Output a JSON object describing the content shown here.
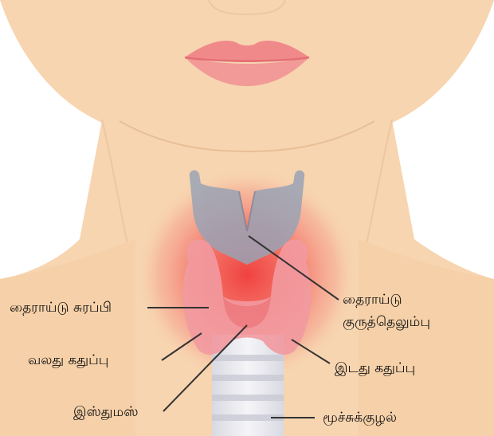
{
  "diagram": {
    "labels": {
      "thyroid_gland": "தைராய்டு சுரப்பி",
      "right_lobe": "வலது கதுப்பு",
      "isthmus": "இஸ்துமஸ்",
      "thyroid_cartilage_line1": "தைராய்டு",
      "thyroid_cartilage_line2": "குருத்தெலும்பு",
      "left_lobe": "இடது கதுப்பு",
      "trachea": "மூச்சுக்குழல்"
    },
    "colors": {
      "skin": "#f7d5b0",
      "skin_shadow": "#e8bf97",
      "lips": "#f08a8a",
      "lips_dark": "#e46d73",
      "glow": "#f03a3a",
      "gland": "#f29aa0",
      "cartilage": "#9aa3b5",
      "trachea": "#e6e6ec",
      "leader_line": "#333333"
    }
  }
}
